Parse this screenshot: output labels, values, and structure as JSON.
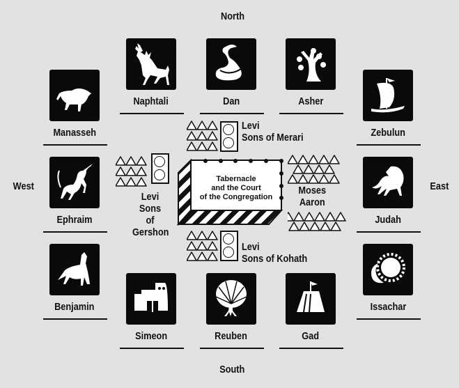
{
  "directions": {
    "north": "North",
    "south": "South",
    "east": "East",
    "west": "West"
  },
  "tribes": {
    "naphtali": {
      "name": "Naphtali",
      "emblem": "deer-icon"
    },
    "dan": {
      "name": "Dan",
      "emblem": "serpent-icon"
    },
    "asher": {
      "name": "Asher",
      "emblem": "tree-icon"
    },
    "manasseh": {
      "name": "Manasseh",
      "emblem": "ox-icon"
    },
    "zebulun": {
      "name": "Zebulun",
      "emblem": "ship-icon"
    },
    "ephraim": {
      "name": "Ephraim",
      "emblem": "unicorn-icon"
    },
    "judah": {
      "name": "Judah",
      "emblem": "lion-icon"
    },
    "benjamin": {
      "name": "Benjamin",
      "emblem": "wolf-icon"
    },
    "issachar": {
      "name": "Issachar",
      "emblem": "sun-moon-icon"
    },
    "simeon": {
      "name": "Simeon",
      "emblem": "city-gate-icon"
    },
    "reuben": {
      "name": "Reuben",
      "emblem": "mandrake-icon"
    },
    "gad": {
      "name": "Gad",
      "emblem": "tent-icon"
    }
  },
  "levites": {
    "merari": {
      "line1": "Levi",
      "line2": "Sons of Merari"
    },
    "kohath": {
      "line1": "Levi",
      "line2": "Sons of Kohath"
    },
    "gershon": {
      "line1": "Levi",
      "line2": "Sons",
      "line3": "of",
      "line4": "Gershon"
    },
    "moses_aaron": {
      "line1": "Moses",
      "line2": "Aaron"
    }
  },
  "tabernacle": {
    "line1": "Tabernacle",
    "line2": "and the Court",
    "line3": "of the Congregation"
  }
}
